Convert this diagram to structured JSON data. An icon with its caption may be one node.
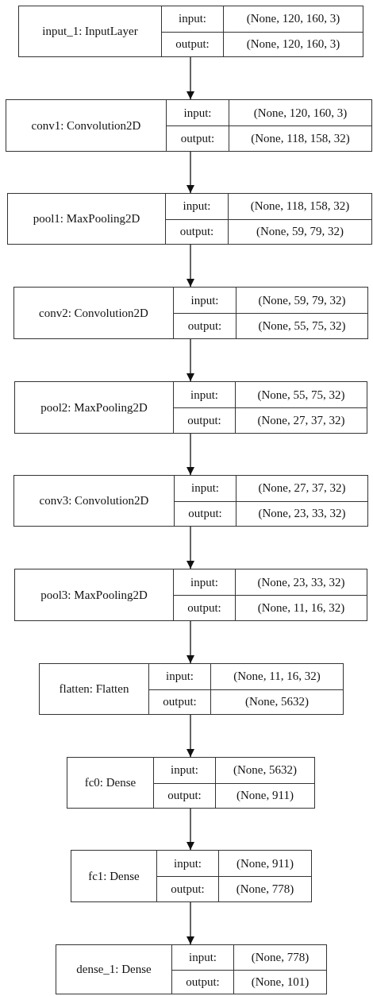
{
  "diagram": {
    "nodes": [
      {
        "text": [
          "input_1: InputLayer",
          "input:",
          "(None, 120, 160, 3)",
          "output:",
          "(None, 120, 160, 3)"
        ]
      },
      {
        "text": [
          "conv1: Convolution2D",
          "input:",
          "(None, 120, 160, 3)",
          "output:",
          "(None, 118, 158, 32)"
        ]
      },
      {
        "text": [
          "pool1: MaxPooling2D",
          "input:",
          "(None, 118, 158, 32)",
          "output:",
          "(None, 59, 79, 32)"
        ]
      },
      {
        "text": [
          "conv2: Convolution2D",
          "input:",
          "(None, 59, 79, 32)",
          "output:",
          "(None, 55, 75, 32)"
        ]
      },
      {
        "text": [
          "pool2: MaxPooling2D",
          "input:",
          "(None, 55, 75, 32)",
          "output:",
          "(None, 27, 37, 32)"
        ]
      },
      {
        "text": [
          "conv3: Convolution2D",
          "input:",
          "(None, 27, 37, 32)",
          "output:",
          "(None, 23, 33, 32)"
        ]
      },
      {
        "text": [
          "pool3: MaxPooling2D",
          "input:",
          "(None, 23, 33, 32)",
          "output:",
          "(None, 11, 16, 32)"
        ]
      },
      {
        "text": [
          "flatten: Flatten",
          "input:",
          "(None, 11, 16, 32)",
          "output:",
          "(None, 5632)"
        ]
      },
      {
        "text": [
          "fc0: Dense",
          "input:",
          "(None, 5632)",
          "output:",
          "(None, 911)"
        ]
      },
      {
        "text": [
          "fc1: Dense",
          "input:",
          "(None, 911)",
          "output:",
          "(None, 778)"
        ]
      },
      {
        "text": [
          "dense_1: Dense",
          "input:",
          "(None, 778)",
          "output:",
          "(None, 101)"
        ]
      }
    ],
    "edges": [
      {
        "from": 0,
        "to": 1,
        "arrow": "to"
      },
      {
        "from": 1,
        "to": 2,
        "arrow": "to"
      },
      {
        "from": 2,
        "to": 3,
        "arrow": "to"
      },
      {
        "from": 3,
        "to": 4,
        "arrow": "to"
      },
      {
        "from": 4,
        "to": 5,
        "arrow": "to"
      },
      {
        "from": 5,
        "to": 6,
        "arrow": "to"
      },
      {
        "from": 6,
        "to": 7,
        "arrow": "to"
      },
      {
        "from": 7,
        "to": 8,
        "arrow": "to"
      },
      {
        "from": 8,
        "to": 9,
        "arrow": "to"
      },
      {
        "from": 9,
        "to": 10,
        "arrow": "to"
      }
    ]
  }
}
